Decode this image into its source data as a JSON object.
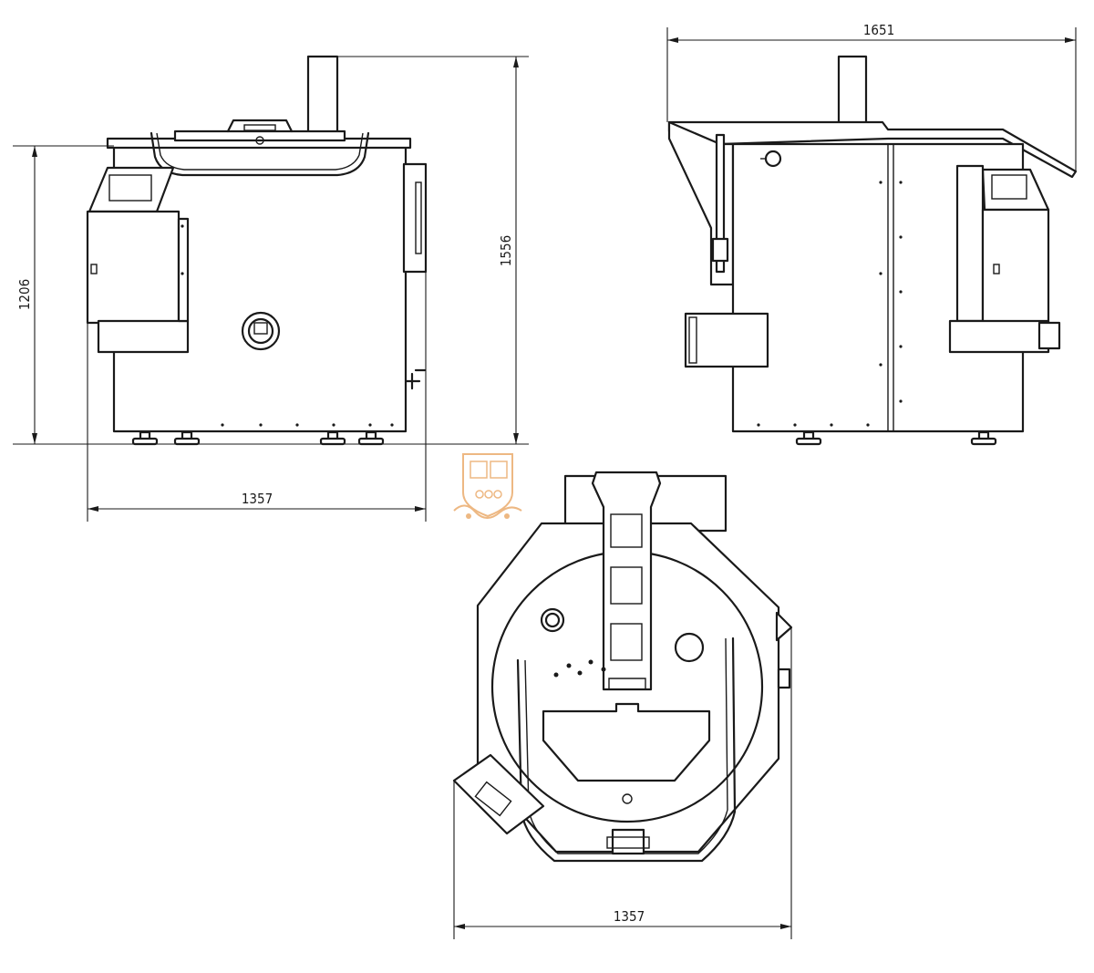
{
  "dimensions": {
    "front_height": "1206",
    "front_total_height": "1556",
    "front_width": "1357",
    "side_width": "1651",
    "top_width": "1357"
  },
  "colors": {
    "line": "#1a1a1a",
    "background": "#ffffff",
    "logo": "#e8a15a"
  },
  "icons": {
    "watermark": "brand-crest-logo"
  }
}
